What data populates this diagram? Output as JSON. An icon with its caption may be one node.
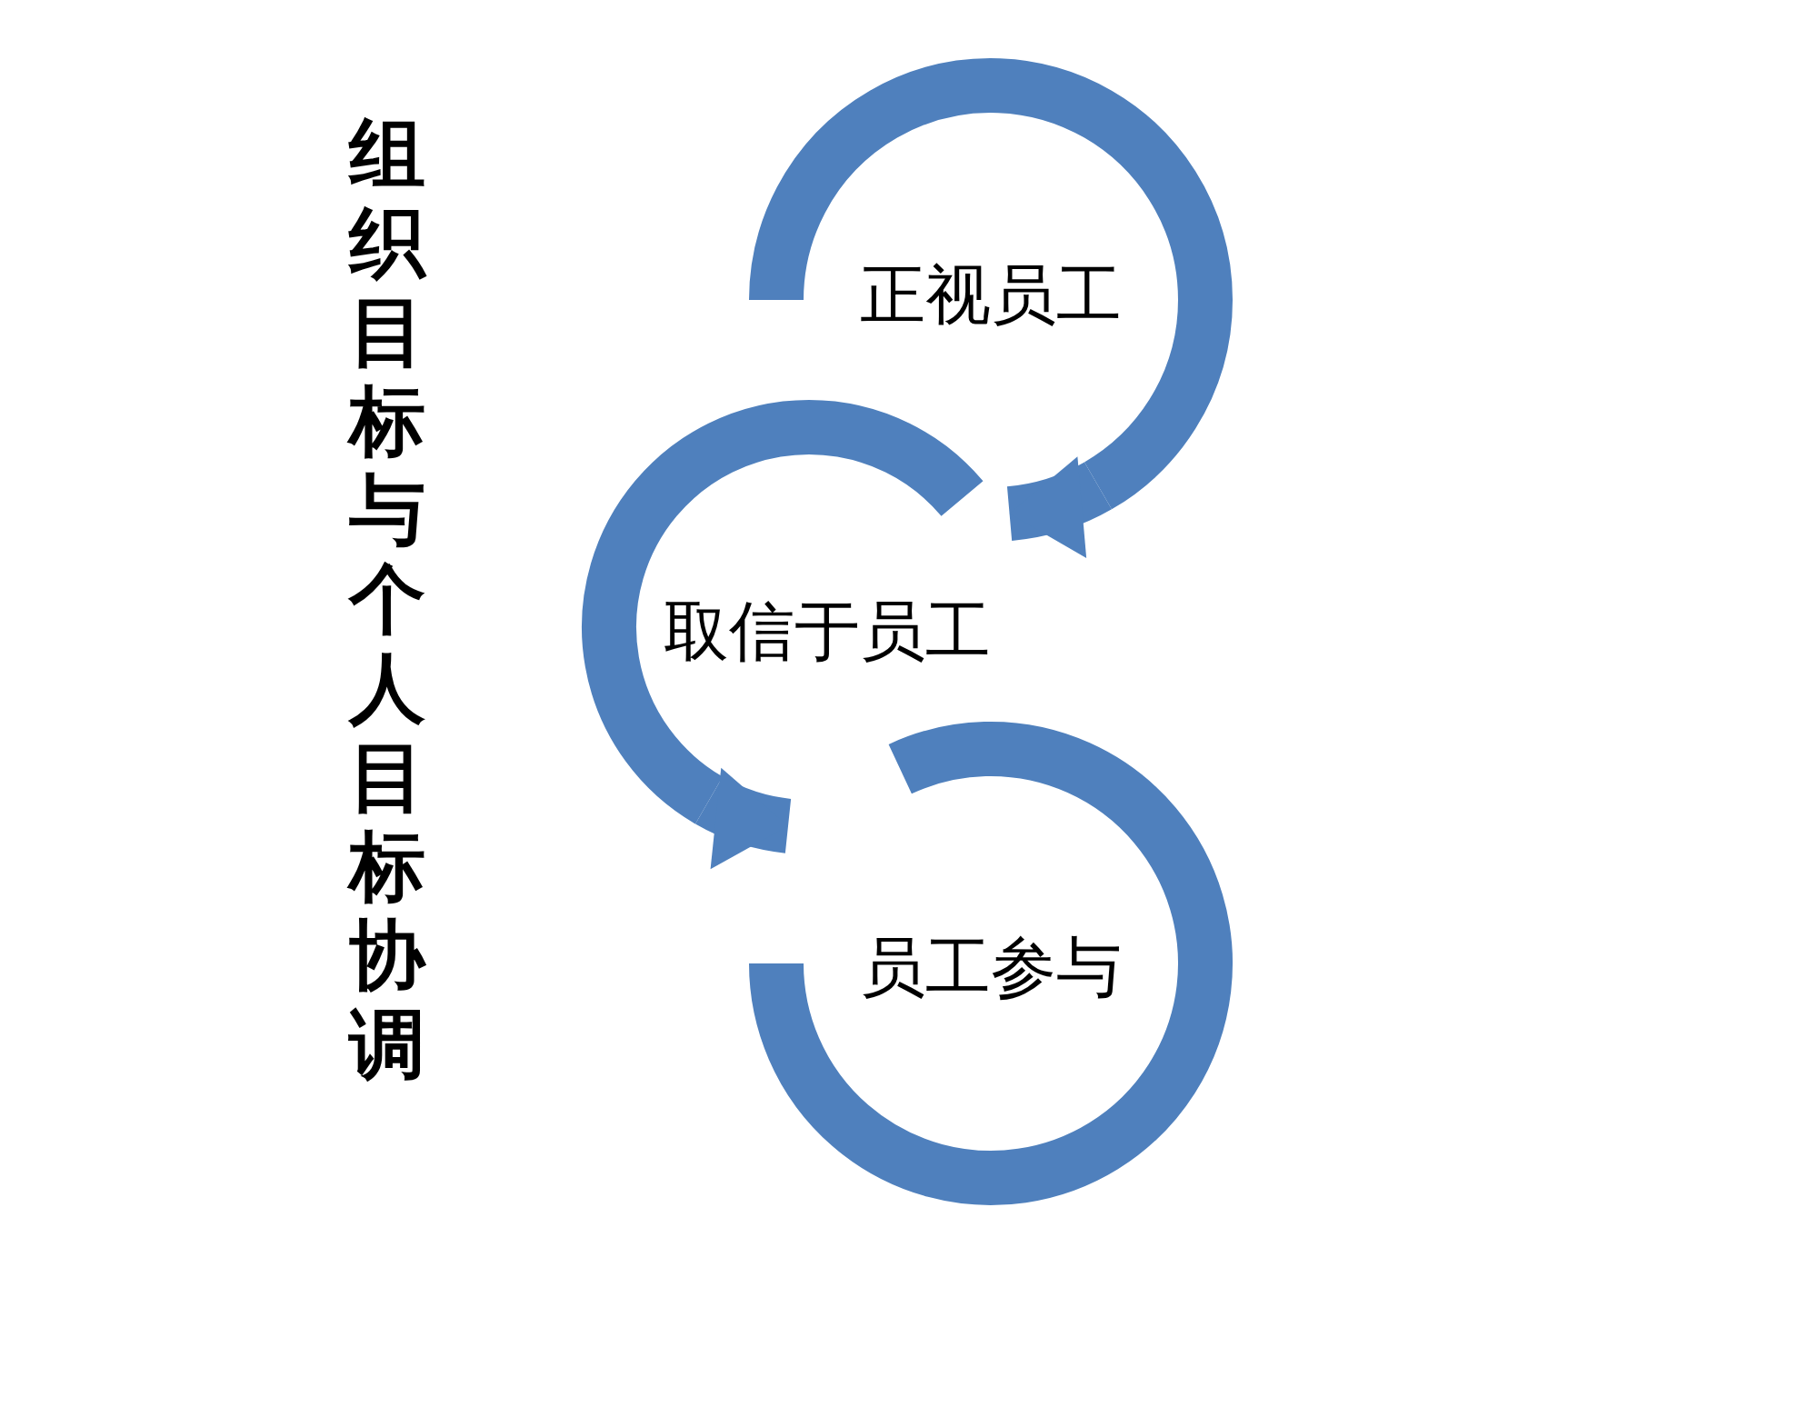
{
  "diagram": {
    "title": "组织目标与个人目标协调",
    "nodes": [
      {
        "text": [
          "正视员工"
        ]
      },
      {
        "text": [
          "取信于员工"
        ]
      },
      {
        "text": [
          "员工参与"
        ]
      }
    ],
    "edges": [
      {
        "from": 0,
        "to": 1,
        "arrow": "to"
      },
      {
        "from": 1,
        "to": 2,
        "arrow": "to"
      }
    ]
  }
}
